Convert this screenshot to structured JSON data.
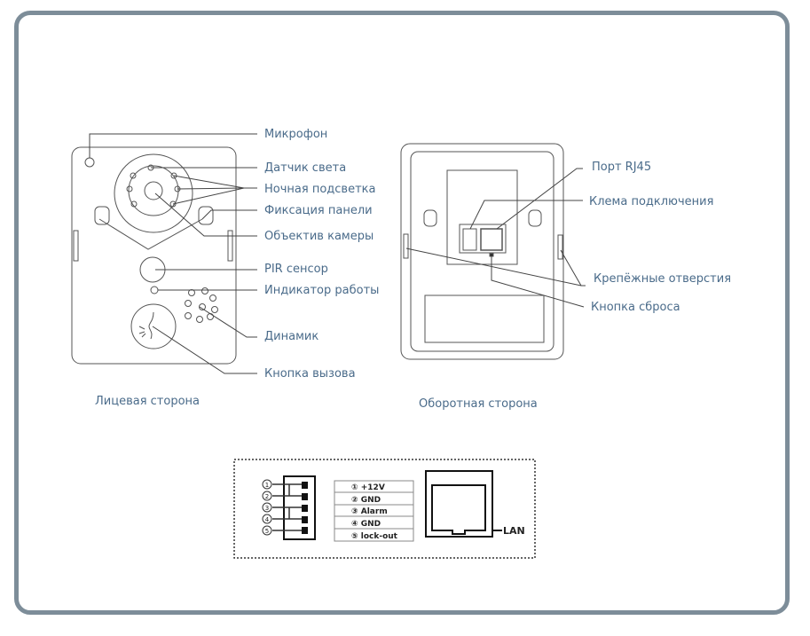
{
  "front": {
    "caption": "Лицевая сторона",
    "labels": [
      {
        "id": "microphone",
        "text": "Микрофон"
      },
      {
        "id": "light-sensor",
        "text": "Датчик света"
      },
      {
        "id": "night-light",
        "text": "Ночная подсветка"
      },
      {
        "id": "panel-lock",
        "text": "Фиксация панели"
      },
      {
        "id": "camera-lens",
        "text": "Объектив камеры"
      },
      {
        "id": "pir-sensor",
        "text": "PIR сенсор"
      },
      {
        "id": "status-indicator",
        "text": "Индикатор работы"
      },
      {
        "id": "speaker",
        "text": "Динамик"
      },
      {
        "id": "call-button",
        "text": "Кнопка вызова"
      }
    ]
  },
  "back": {
    "caption": "Оборотная сторона",
    "labels": [
      {
        "id": "rj45-port",
        "text": "Порт RJ45"
      },
      {
        "id": "terminal-block",
        "text": "Клема подключения"
      },
      {
        "id": "mounting-holes",
        "text": "Крепёжные отверстия"
      },
      {
        "id": "reset-button",
        "text": "Кнопка сброса"
      }
    ]
  },
  "wiring": {
    "pins": [
      {
        "num": "①",
        "label": "① +12V"
      },
      {
        "num": "②",
        "label": "② GND"
      },
      {
        "num": "③",
        "label": "③ Alarm"
      },
      {
        "num": "④",
        "label": "④ GND"
      },
      {
        "num": "⑤",
        "label": "⑤ lock-out"
      }
    ],
    "lan_label": "LAN"
  },
  "colors": {
    "frame": "#7d8d99",
    "label_text": "#4a6b8a",
    "drawing": "#555555"
  }
}
